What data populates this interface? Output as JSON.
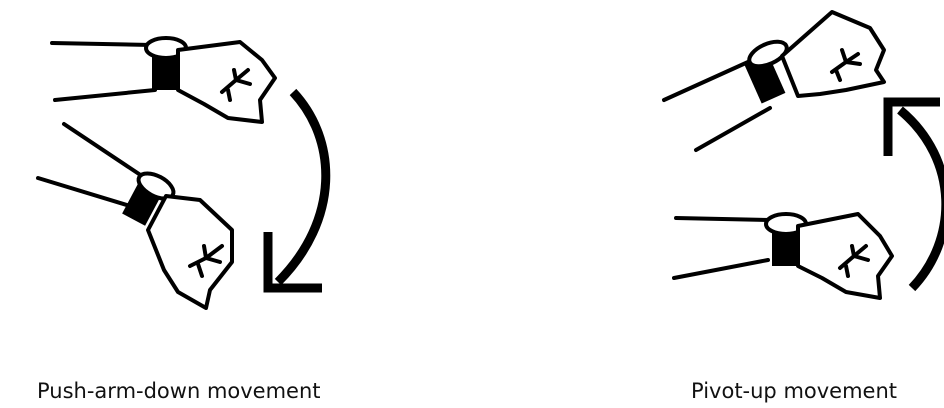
{
  "panels": [
    {
      "caption": "Push-arm-down movement",
      "direction": "down",
      "arrow_icon": "curved-arrow-down-icon"
    },
    {
      "caption": "Pivot-up movement",
      "direction": "up",
      "arrow_icon": "curved-arrow-up-icon"
    }
  ],
  "colors": {
    "line": "#000000",
    "background": "#ffffff",
    "text": "#111111"
  }
}
